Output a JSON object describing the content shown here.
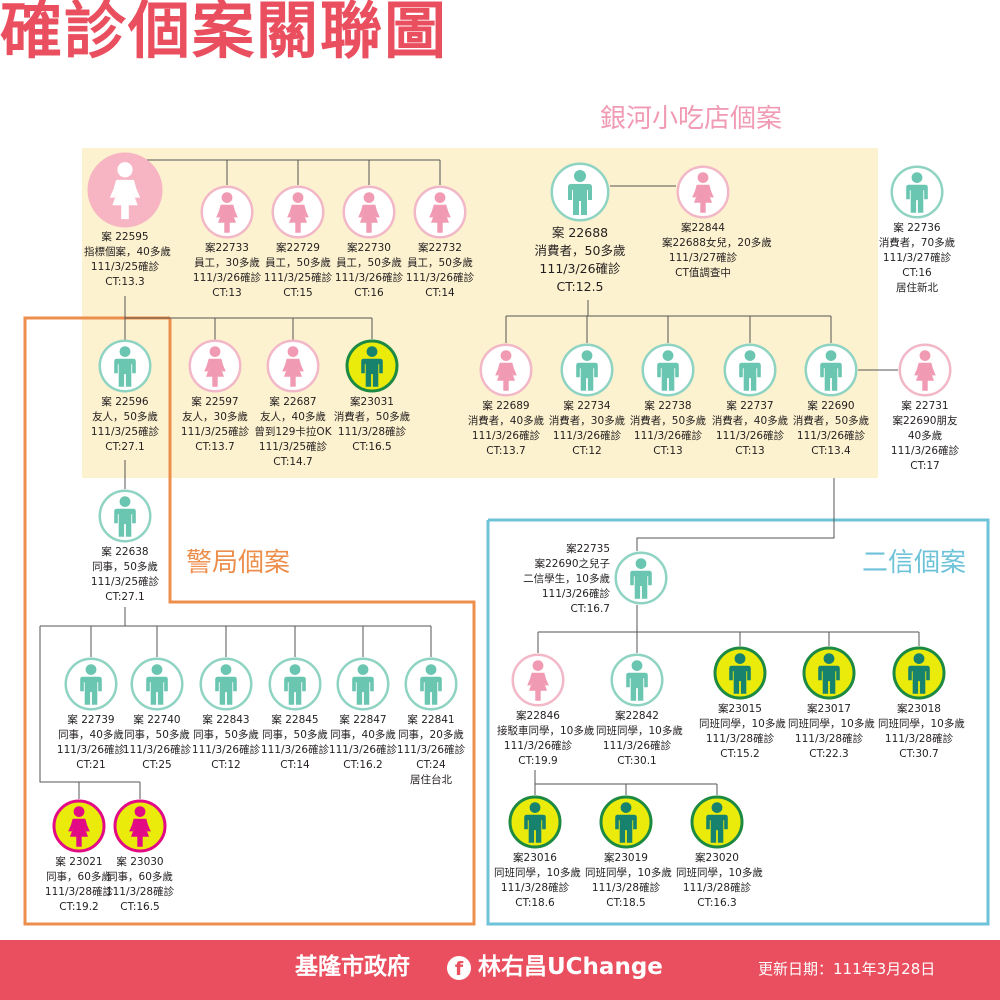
{
  "title": "確診個案關聯圖",
  "colors": {
    "teal": "#6ac5b1",
    "pink": "#f19ab4",
    "pink_ring": "#f2b8c8",
    "teal_ring": "#8fd3c3",
    "yellow": "#eaea0b",
    "yellow_ring": "#1c8a42",
    "magenta": "#e30b85",
    "dark_teal": "#17836f",
    "index_pink": "#f7b5c4",
    "galaxy_bg": "#fdf2cf",
    "police": "#ec8e4c",
    "bank": "#6ec3d9",
    "red": "#ea4f5f"
  },
  "zones": {
    "galaxy": "銀河小吃店個案",
    "police": "警局個案",
    "bank": "二信個案"
  },
  "nodes": [
    {
      "id": "c22595",
      "kind": "index",
      "gender": "female",
      "lines": [
        "案 22595",
        "指標個案，40多歲",
        "111/3/25確診",
        "CT:13.3"
      ]
    },
    {
      "id": "c22733",
      "kind": "pink",
      "gender": "female",
      "lines": [
        "案22733",
        "員工，30多歲",
        "111/3/26確診",
        "CT:13"
      ]
    },
    {
      "id": "c22729",
      "kind": "pink",
      "gender": "female",
      "lines": [
        "案22729",
        "員工，50多歲",
        "111/3/25確診",
        "CT:15"
      ]
    },
    {
      "id": "c22730",
      "kind": "pink",
      "gender": "female",
      "lines": [
        "案22730",
        "員工，50多歲",
        "111/3/26確診",
        "CT:16"
      ]
    },
    {
      "id": "c22732",
      "kind": "pink",
      "gender": "female",
      "lines": [
        "案22732",
        "員工，50多歲",
        "111/3/26確診",
        "CT:14"
      ]
    },
    {
      "id": "c22688",
      "kind": "teal",
      "gender": "male",
      "lines": [
        "案 22688",
        "消費者，50多歲",
        "111/3/26確診",
        "CT:12.5"
      ]
    },
    {
      "id": "c22844",
      "kind": "pink",
      "gender": "female",
      "lines": [
        "案22844",
        "案22688女兒，20多歲",
        "111/3/27確診",
        "CT值調查中"
      ]
    },
    {
      "id": "c22736",
      "kind": "teal",
      "gender": "male",
      "lines": [
        "案 22736",
        "消費者，70多歲",
        "111/3/27確診",
        "CT:16",
        "居住新北"
      ]
    },
    {
      "id": "c22596",
      "kind": "teal",
      "gender": "male",
      "lines": [
        "案 22596",
        "友人，50多歲",
        "111/3/25確診",
        "CT:27.1"
      ]
    },
    {
      "id": "c22597",
      "kind": "pink",
      "gender": "female",
      "lines": [
        "案 22597",
        "友人，30多歲",
        "111/3/25確診",
        "CT:13.7"
      ]
    },
    {
      "id": "c22687",
      "kind": "pink",
      "gender": "female",
      "lines": [
        "案 22687",
        "友人，40多歲",
        "曾到129卡拉OK",
        "111/3/25確診",
        "CT:14.7"
      ]
    },
    {
      "id": "c23031",
      "kind": "yellow",
      "gender": "male",
      "lines": [
        "案23031",
        "消費者，50多歲",
        "111/3/28確診",
        "CT:16.5"
      ]
    },
    {
      "id": "c22689",
      "kind": "pink",
      "gender": "female",
      "lines": [
        "案 22689",
        "消費者，40多歲",
        "111/3/26確診",
        "CT:13.7"
      ]
    },
    {
      "id": "c22734",
      "kind": "teal",
      "gender": "male",
      "lines": [
        "案 22734",
        "消費者，30多歲",
        "111/3/26確診",
        "CT:12"
      ]
    },
    {
      "id": "c22738",
      "kind": "teal",
      "gender": "male",
      "lines": [
        "案 22738",
        "消費者，50多歲",
        "111/3/26確診",
        "CT:13"
      ]
    },
    {
      "id": "c22737",
      "kind": "teal",
      "gender": "male",
      "lines": [
        "案 22737",
        "消費者，40多歲",
        "111/3/26確診",
        "CT:13"
      ]
    },
    {
      "id": "c22690",
      "kind": "teal",
      "gender": "male",
      "lines": [
        "案 22690",
        "消費者，50多歲",
        "111/3/26確診",
        "CT:13.4"
      ]
    },
    {
      "id": "c22731",
      "kind": "pink",
      "gender": "female",
      "lines": [
        "案 22731",
        "案22690朋友",
        "40多歲",
        "111/3/26確診",
        "CT:17"
      ]
    },
    {
      "id": "c22638",
      "kind": "teal",
      "gender": "male",
      "lines": [
        "案 22638",
        "同事，50多歲",
        "111/3/25確診",
        "CT:27.1"
      ]
    },
    {
      "id": "c22739",
      "kind": "teal",
      "gender": "male",
      "lines": [
        "案 22739",
        "同事，40多歲",
        "111/3/26確診",
        "CT:21"
      ]
    },
    {
      "id": "c22740",
      "kind": "teal",
      "gender": "male",
      "lines": [
        "案 22740",
        "同事，50多歲",
        "111/3/26確診",
        "CT:25"
      ]
    },
    {
      "id": "c22843",
      "kind": "teal",
      "gender": "male",
      "lines": [
        "案 22843",
        "同事，50多歲",
        "111/3/26確診",
        "CT:12"
      ]
    },
    {
      "id": "c22845",
      "kind": "teal",
      "gender": "male",
      "lines": [
        "案 22845",
        "同事，50多歲",
        "111/3/26確診",
        "CT:14"
      ]
    },
    {
      "id": "c22847",
      "kind": "teal",
      "gender": "male",
      "lines": [
        "案 22847",
        "同事，40多歲",
        "111/3/26確診",
        "CT:16.2"
      ]
    },
    {
      "id": "c22841",
      "kind": "teal",
      "gender": "male",
      "lines": [
        "案 22841",
        "同事，20多歲",
        "111/3/26確診",
        "CT:24",
        "居住台北"
      ]
    },
    {
      "id": "c23021",
      "kind": "magenta",
      "gender": "female",
      "lines": [
        "案 23021",
        "同事，60多歲",
        "111/3/28確診",
        "CT:19.2"
      ]
    },
    {
      "id": "c23030",
      "kind": "magenta",
      "gender": "female",
      "lines": [
        "案 23030",
        "同事，60多歲",
        "111/3/28確診",
        "CT:16.5"
      ]
    },
    {
      "id": "c22735",
      "kind": "teal",
      "gender": "male",
      "lines": [
        "案22735",
        "案22690之兒子",
        "二信學生，10多歲",
        "111/3/26確診",
        "CT:16.7"
      ]
    },
    {
      "id": "c22846",
      "kind": "pink",
      "gender": "female",
      "lines": [
        "案22846",
        "接駁車同學，10多歲",
        "111/3/26確診",
        "CT:19.9"
      ]
    },
    {
      "id": "c22842",
      "kind": "teal",
      "gender": "male",
      "lines": [
        "案22842",
        "同班同學，10多歲",
        "111/3/26確診",
        "CT:30.1"
      ]
    },
    {
      "id": "c23015",
      "kind": "yellow",
      "gender": "male",
      "lines": [
        "案23015",
        "同班同學，10多歲",
        "111/3/28確診",
        "CT:15.2"
      ]
    },
    {
      "id": "c23017",
      "kind": "yellow",
      "gender": "male",
      "lines": [
        "案23017",
        "同班同學，10多歲",
        "111/3/28確診",
        "CT:22.3"
      ]
    },
    {
      "id": "c23018",
      "kind": "yellow",
      "gender": "male",
      "lines": [
        "案23018",
        "同班同學，10多歲",
        "111/3/28確診",
        "CT:30.7"
      ]
    },
    {
      "id": "c23016",
      "kind": "yellow",
      "gender": "male",
      "lines": [
        "案23016",
        "同班同學，10多歲",
        "111/3/28確診",
        "CT:18.6"
      ]
    },
    {
      "id": "c23019",
      "kind": "yellow",
      "gender": "male",
      "lines": [
        "案23019",
        "同班同學，10多歲",
        "111/3/28確診",
        "CT:18.5"
      ]
    },
    {
      "id": "c23020",
      "kind": "yellow",
      "gender": "male",
      "lines": [
        "案23020",
        "同班同學，10多歲",
        "111/3/28確診",
        "CT:16.3"
      ]
    }
  ],
  "footer": {
    "gov": "基隆市政府",
    "fb_icon": "facebook-icon",
    "brand": "林右昌UChange",
    "updated": "更新日期：111年3月28日"
  }
}
